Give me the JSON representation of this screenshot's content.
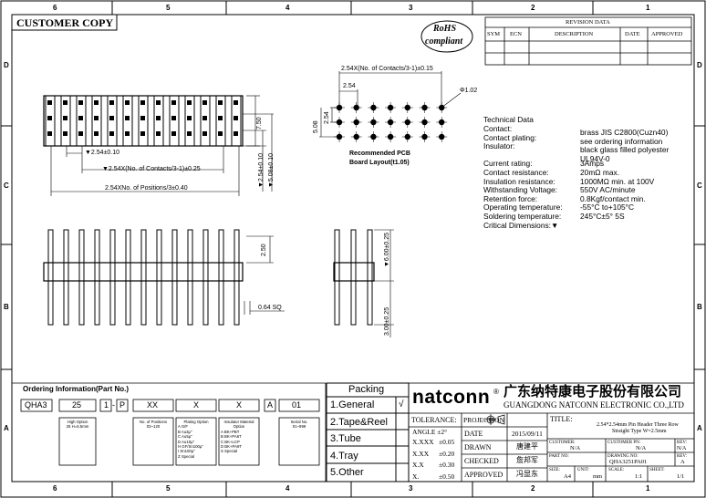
{
  "zones": {
    "top": [
      "6",
      "5",
      "4",
      "3",
      "2",
      "1"
    ],
    "side_left": [
      "D",
      "C",
      "B",
      "A"
    ],
    "side_right": [
      "D",
      "C",
      "B",
      "A"
    ]
  },
  "copy_label": "CUSTOMER COPY",
  "rohs": [
    "RoHS",
    "compliant"
  ],
  "revision": {
    "title": "REVISION DATA",
    "columns": [
      "SYM",
      "ECN",
      "DESCRIPTION",
      "DATE",
      "APPROVED"
    ]
  },
  "dimensions": {
    "contacts_width": "2.54X(No. of Contacts/3-1)±0.15",
    "pitch_top": "2.54",
    "hole": "Φ1.02",
    "row_pitch_a": "2.54",
    "row_pitch_b": "5.08",
    "pcb_caption": [
      "Recommended PCB",
      "Board Layout(t1.05)"
    ],
    "front_pitch": "▼2.54±0.10",
    "front_contacts": "▼2.54X(No. of Contacts/3-1)±0.25",
    "front_positions": "2.54XNo. of Positions/3±0.40",
    "height_750": "7.50",
    "side_254": "▼2.54±0.10",
    "side_508": "▼5.08±0.10",
    "pin_250": "2.50",
    "pin_600": "▼6.00±0.25",
    "pin_sq": "0.64 SQ",
    "pin_300": "3.00±0.25"
  },
  "tech": {
    "title": "Technical Data",
    "rows": [
      {
        "label": "Contact:",
        "value": "brass JIS C2800(Cuzn40)"
      },
      {
        "label": "Contact plating:",
        "value": "see ordering information"
      },
      {
        "label": "Insulator:",
        "value": "black glass filled polyester"
      },
      {
        "label": "",
        "value": "UL94V-0"
      },
      {
        "label": "Current rating:",
        "value": "3Amps"
      },
      {
        "label": "Contact resistance:",
        "value": "20mΩ max."
      },
      {
        "label": "Insulation resistance:",
        "value": "1000MΩ min. at 100V"
      },
      {
        "label": "Withstanding Voltage:",
        "value": "550V AC/minute"
      },
      {
        "label": "Retention force:",
        "value": "0.8Kgf/contact min."
      },
      {
        "label": "Operating temperature:",
        "value": "-55°C to+105°C"
      },
      {
        "label": "Soldering temperature:",
        "value": "245°C±5° 5S"
      },
      {
        "label": "Critical Dimensions:▼",
        "value": ""
      }
    ]
  },
  "ordering": {
    "title": "Ordering Information(Part No.)",
    "codes": [
      "QHA3",
      "25",
      "1",
      "P",
      "XX",
      "X",
      "X",
      "A",
      "01"
    ],
    "sep": "-",
    "notes": {
      "high": [
        "High Option",
        "25  H=6.5mm"
      ],
      "positions": [
        "No. of Positions",
        "03~120"
      ],
      "plating": [
        "Plating Option",
        "A    G/F",
        "B    Au3μ\"",
        "C    Au5μ\"",
        "D    Au10μ\"",
        "H    GF/Sn100μ\"",
        "I     Sn100μ\"",
        "Z    Special"
      ],
      "insulator": [
        "Insulator Material",
        "Option",
        "A    BK+PBT",
        "B    BK+PA6T",
        "C    BK+LCP",
        "D    BK+PA9T",
        "S    Special"
      ],
      "serial": [
        "Serial No.",
        "01~999"
      ]
    }
  },
  "packing": {
    "title": "Packing",
    "items": [
      {
        "label": "1.General",
        "check": "√"
      },
      {
        "label": "2.Tape&Reel",
        "check": ""
      },
      {
        "label": "3.Tube",
        "check": ""
      },
      {
        "label": "4.Tray",
        "check": ""
      },
      {
        "label": "5.Other",
        "check": ""
      }
    ]
  },
  "company": {
    "brand": "natconn",
    "reg": "®",
    "cn_name": "广东纳特康电子股份有限公司",
    "en_name": "GUANGDONG NATCONN ELECTRONIC CO.,LTD"
  },
  "tolerance": {
    "label": "TOLERANCE:",
    "angle": "ANGLE ±2°",
    "rows": [
      {
        "k": "X.XXX",
        "v": "±0.05"
      },
      {
        "k": "X.XX",
        "v": "±0.20"
      },
      {
        "k": "X.X",
        "v": "±0.30"
      },
      {
        "k": "X.",
        "v": "±0.50"
      }
    ]
  },
  "approvals": {
    "projection": "PROJECTION",
    "date_label": "DATE",
    "date": "2015/09/11",
    "drawn_label": "DRAWN",
    "drawn": "唐建平",
    "checked_label": "CHECKED",
    "checked": "詹邦军",
    "approved_label": "APPROVED",
    "approved": "冯显东"
  },
  "title_block": {
    "title_label": "TITLE:",
    "title": [
      "2.54*2.54mm Pin Header Three Row",
      "Straight Type W=2.5mm"
    ],
    "customer_label": "CUSTOMER:",
    "customer": "N/A",
    "customer_pn_label": "CUSTOMER PN:",
    "customer_pn": "N/A",
    "rev_label": "REV:",
    "rev": "N/A",
    "part_no_label": "PART NO:",
    "drawing_no_label": "DRAWING NO:",
    "drawing_no": "QHA3251PA01",
    "rev2": "A",
    "size_label": "SIZE:",
    "size": "A4",
    "unit_label": "UNIT:",
    "unit": "mm",
    "scale_label": "SCALE:",
    "scale": "1:1",
    "sheet_label": "SHEET:",
    "sheet": "1/1"
  }
}
